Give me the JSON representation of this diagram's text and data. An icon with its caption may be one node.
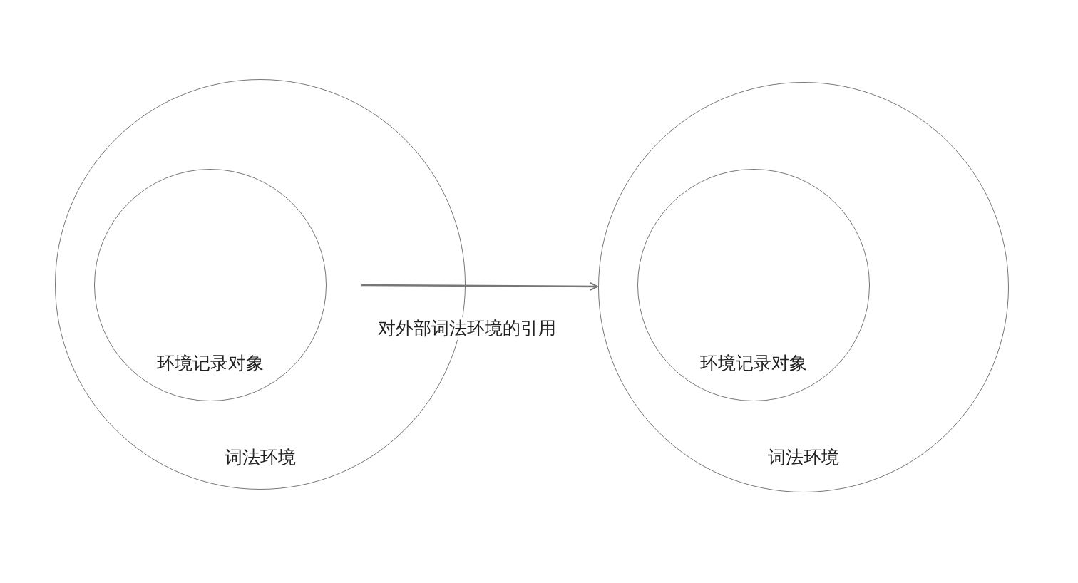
{
  "diagram": {
    "nodes": [
      {
        "text": [
          "词法环境"
        ]
      },
      {
        "text": [
          "环境记录对象"
        ],
        "in": 0
      },
      {
        "text": [
          "词法环境"
        ]
      },
      {
        "text": [
          "环境记录对象"
        ],
        "in": 2
      }
    ],
    "edges": [
      {
        "from": null,
        "to": 2,
        "arrow": "to",
        "label": "对外部词法环境的引用"
      }
    ]
  }
}
